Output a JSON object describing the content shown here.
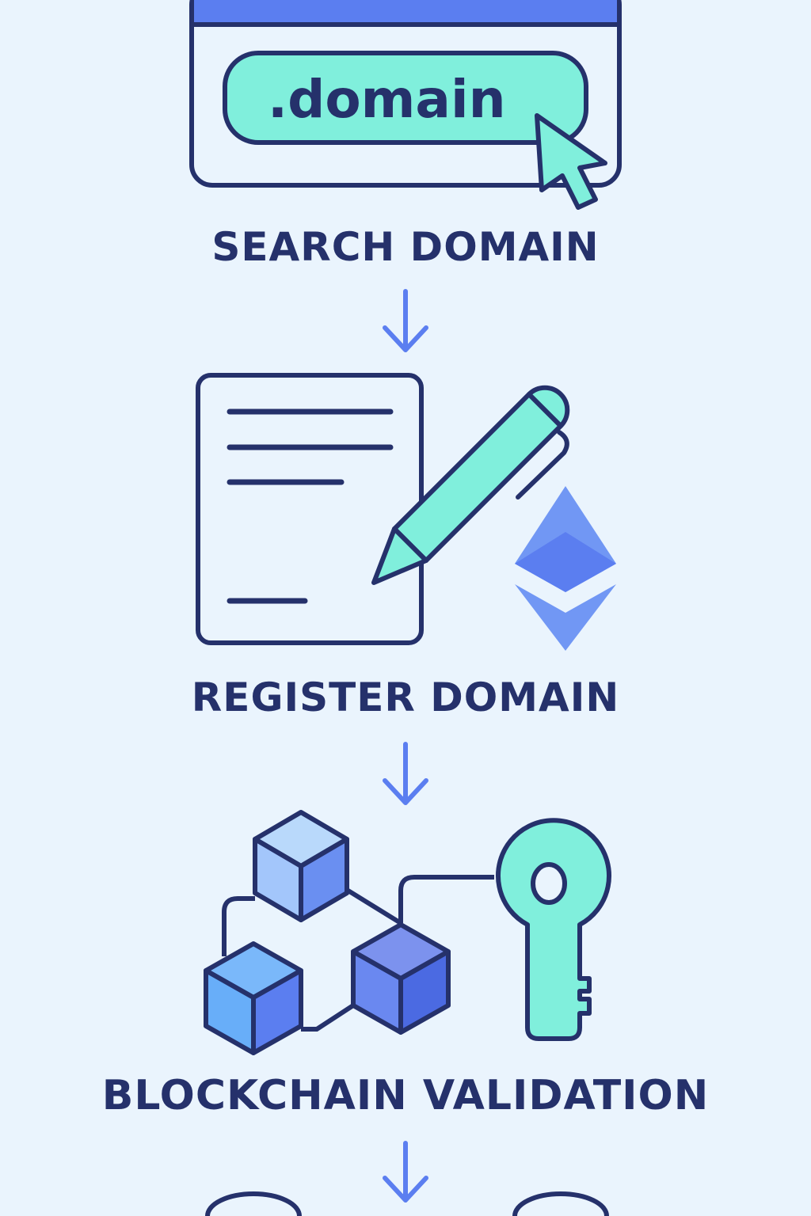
{
  "steps": [
    {
      "label": "SEARCH DOMAIN",
      "search_field_text": ".domain",
      "icon": "browser-search-icon"
    },
    {
      "label": "REGISTER DOMAIN",
      "icon": "document-pen-icon"
    },
    {
      "label": "BLOCKCHAIN VALIDATION",
      "icon": "blockchain-key-icon"
    }
  ],
  "colors": {
    "background": "#eaf4fd",
    "outline": "#25316b",
    "accent_mint": "#80efdc",
    "accent_blue": "#5b7ef0",
    "arrow": "#5b7ef0"
  }
}
